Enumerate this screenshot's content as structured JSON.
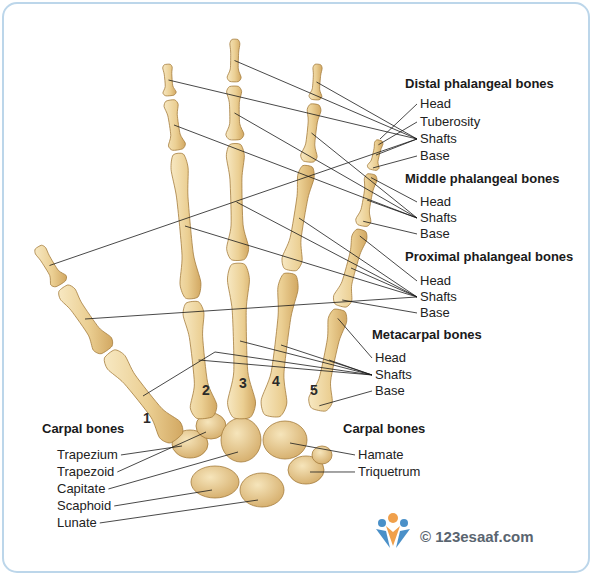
{
  "diagram": {
    "labels": [
      "Distal phalangeal bones",
      "Head",
      "Tuberosity",
      "Shafts",
      "Base",
      "Middle phalangeal bones",
      "Head",
      "Shafts",
      "Base",
      "Proximal phalangeal bones",
      "Head",
      "Shafts",
      "Base",
      "Metacarpal bones",
      "Head",
      "Shafts",
      "Base",
      "1",
      "2",
      "3",
      "4",
      "5",
      "Carpal bones",
      "Trapezium",
      "Trapezoid",
      "Capitate",
      "Scaphoid",
      "Lunate",
      "Carpal bones",
      "Hamate",
      "Triquetrum",
      "© 123esaaf.com"
    ]
  }
}
